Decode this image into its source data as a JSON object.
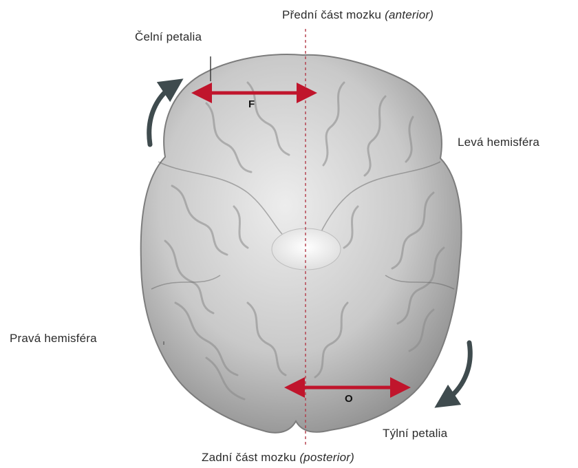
{
  "labels": {
    "anterior_main": "Přední část mozku",
    "anterior_latin": "(anterior)",
    "frontal_petalia": "Čelní petalia",
    "left_hemisphere": "Levá hemisféra",
    "right_hemisphere": "Pravá hemisféra",
    "occipital_petalia": "Týlní petalia",
    "posterior_main": "Zadní část mozku",
    "posterior_latin": "(posterior)"
  },
  "markers": {
    "frontal": "F",
    "occipital": "O"
  },
  "colors": {
    "arrow_red": "#c0152c",
    "curved_arrow": "#3f4b4e",
    "midline": "#b23a48",
    "brain_light": "#e6e6e6",
    "brain_dark": "#8c8c8c"
  }
}
